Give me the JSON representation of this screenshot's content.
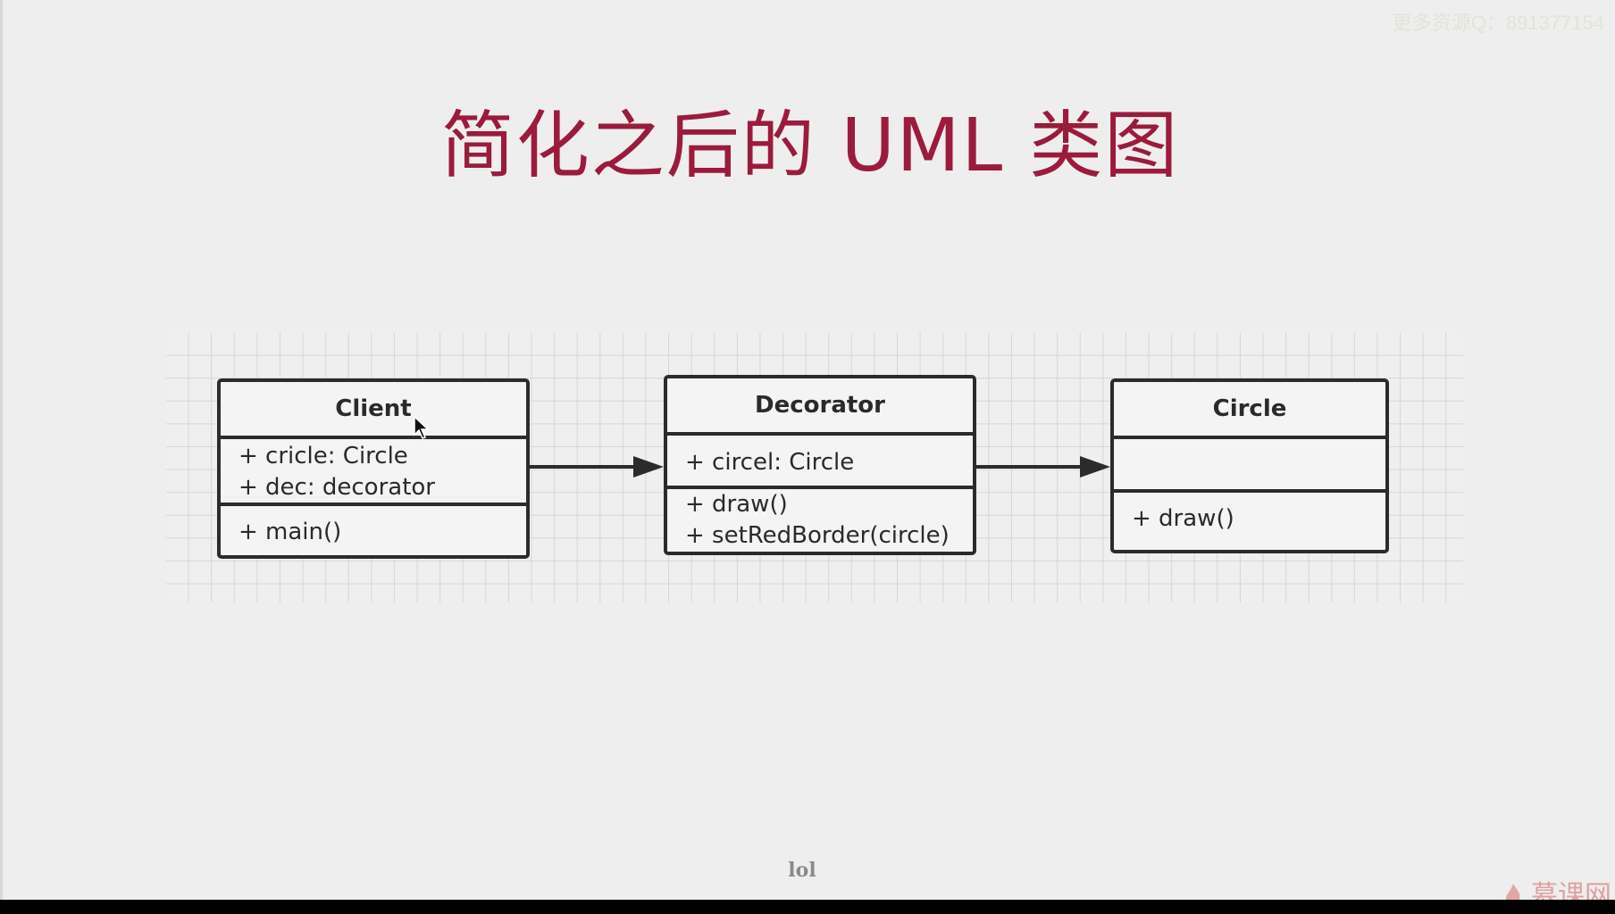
{
  "slide": {
    "title": "简化之后的 UML 类图",
    "watermark_top": "更多资源Q：891377154",
    "page_number": "lol",
    "logo_text": "慕课网"
  },
  "colors": {
    "title": "#9b1b3c",
    "border": "#2b2b2b",
    "background": "#eeeeee",
    "grid": "#d6d6d6"
  },
  "diagram": {
    "classes": [
      {
        "name": "Client",
        "attributes": [
          "+ cricle: Circle",
          "+ dec: decorator"
        ],
        "methods": [
          "+ main()"
        ]
      },
      {
        "name": "Decorator",
        "attributes": [
          "+ circel: Circle"
        ],
        "methods": [
          "+ draw()",
          "+ setRedBorder(circle)"
        ]
      },
      {
        "name": "Circle",
        "attributes": [],
        "methods": [
          "+ draw()"
        ]
      }
    ],
    "associations": [
      {
        "from": "Client",
        "to": "Decorator"
      },
      {
        "from": "Decorator",
        "to": "Circle"
      }
    ]
  }
}
